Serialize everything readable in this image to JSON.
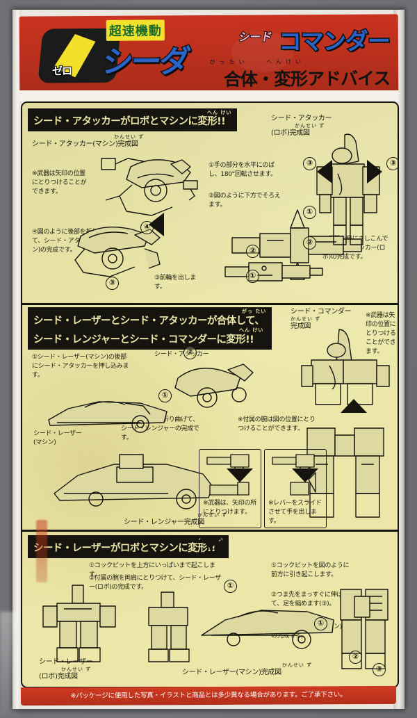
{
  "header": {
    "zero_badge": "ゼロ",
    "kanji_banner": "超速機動",
    "logo_word": "シーダ",
    "brand_prefix": "シード",
    "brand_name": "コマンダー",
    "ruby_gattai": "がったい",
    "ruby_henkei": "へんけい",
    "subtitle": "合体・変形アドバイス",
    "colors": {
      "red": "#b7301d",
      "yellow": "#f2e02a",
      "blue": "#2a64c8",
      "pink": "#f7b7d2",
      "panel": "#ece7a8",
      "ink": "#15140e"
    }
  },
  "sections": [
    {
      "id": "section-1",
      "title": "シード・アタッカーがロボとマシンに変形!!",
      "title_ruby": "へん けい",
      "labels": {
        "machine_complete": "シード・アタッカー(マシン)完成図",
        "machine_complete_ruby": "かんせい ず",
        "robo_complete_l1": "シード・アタッカー",
        "robo_complete_l2": "(ロボ)完成図",
        "robo_complete_ruby": "かんせい ず"
      },
      "notes": [
        "※武器は矢印の位置にとりつけることができます。",
        "④図のように後部を折り曲げて、シード・アタッカー(マシン)の完成です。",
        "③前輪を出します。",
        "①手の部分を水平にのばし、180°回転させます。",
        "②図のように下方でそろえます。",
        "③武器を肩にさしこんでシード・アタッカー(ロボ)の完成です。"
      ],
      "step_numbers": [
        "①",
        "②",
        "③",
        "④"
      ]
    },
    {
      "id": "section-2",
      "title_line1": "シード・レーザーとシード・アタッカーが合体して、",
      "title_line2": "シード・レンジャーとシード・コマンダーに変形!!",
      "title_ruby_1": "がっ たい",
      "title_ruby_2": "へん けい",
      "labels": {
        "commander_complete_l1": "シード・コマンダー",
        "commander_complete_l2": "完成図",
        "commander_complete_ruby": "かんせい ず",
        "laser_machine": "シード・レーザー(マシン)",
        "attacker": "シード・アタッカー",
        "ranger_complete": "シード・レンジャー完成図",
        "ranger_complete_ruby": "かんせい ず"
      },
      "notes": [
        "①シード・レーザー(マシン)の後部にシード・アタッカーを押し込みます。",
        "②矢印のように折り曲げて、シード・レンジャーの完成です。",
        "※武器は矢印の位置にとりつけることができます。",
        "※付属の腕は図の位置にとりつけることができます。",
        "※武器は、矢印の所にとりつけます。",
        "※レバーをスライドさせて手を出します。"
      ],
      "step_numbers": [
        "①",
        "②"
      ]
    },
    {
      "id": "section-3",
      "title": "シード・レーザーがロボとマシンに変形!!",
      "title_ruby": "へん けい",
      "labels": {
        "laser_robo_l1": "シード・レーザー",
        "laser_robo_l2": "(ロボ)完成図",
        "laser_robo_ruby": "かんせい ず",
        "laser_machine_complete": "シード・レーザー(マシン)完成図",
        "laser_machine_ruby": "かんせい ず"
      },
      "notes": [
        "①コックピットを上方にいっぱいまで起こします。",
        "②付属の腕を両肩にとりつけて、シード・レーザー(ロボ)の完成です。",
        "①コックピットを図のように前方に引き起こします。",
        "②つま先をまっすぐに伸ばして、足を縮めます(③)。",
        "シード・レーザー(マシン)の完成です。"
      ],
      "step_numbers": [
        "①",
        "②",
        "③"
      ]
    }
  ],
  "footer": {
    "disclaimer": "※パッケージに使用した写真・イラストと商品とは多少異なる場合があります。ご了承下さい。"
  }
}
